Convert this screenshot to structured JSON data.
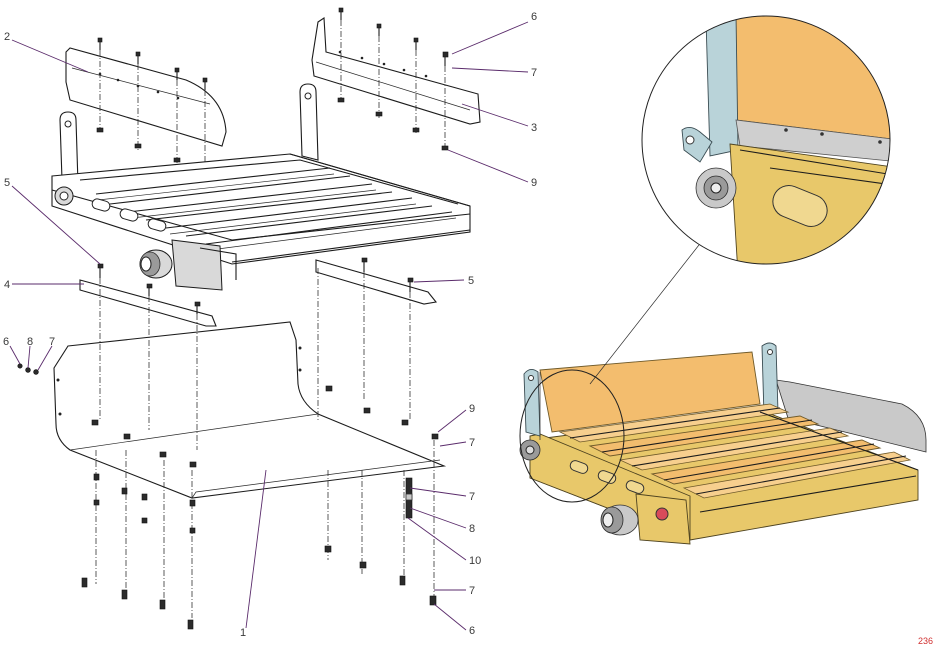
{
  "callouts": [
    {
      "id": "c-2a",
      "text": "2"
    },
    {
      "id": "c-6a",
      "text": "6"
    },
    {
      "id": "c-7a",
      "text": "7"
    },
    {
      "id": "c-3",
      "text": "3"
    },
    {
      "id": "c-9a",
      "text": "9"
    },
    {
      "id": "c-5a",
      "text": "5"
    },
    {
      "id": "c-4",
      "text": "4"
    },
    {
      "id": "c-5b",
      "text": "5"
    },
    {
      "id": "c-6b",
      "text": "6"
    },
    {
      "id": "c-8a",
      "text": "8"
    },
    {
      "id": "c-7b",
      "text": "7"
    },
    {
      "id": "c-9b",
      "text": "9"
    },
    {
      "id": "c-7c",
      "text": "7"
    },
    {
      "id": "c-7d",
      "text": "7"
    },
    {
      "id": "c-8b",
      "text": "8"
    },
    {
      "id": "c-10",
      "text": "10"
    },
    {
      "id": "c-7e",
      "text": "7"
    },
    {
      "id": "c-6c",
      "text": "6"
    },
    {
      "id": "c-1",
      "text": "1"
    }
  ],
  "page_number": "236",
  "colors": {
    "leader": "#5a2b6b",
    "panel_orange": "#f3bd6e",
    "frame_yellow": "#e8c86a",
    "page_number": "#d03030"
  }
}
